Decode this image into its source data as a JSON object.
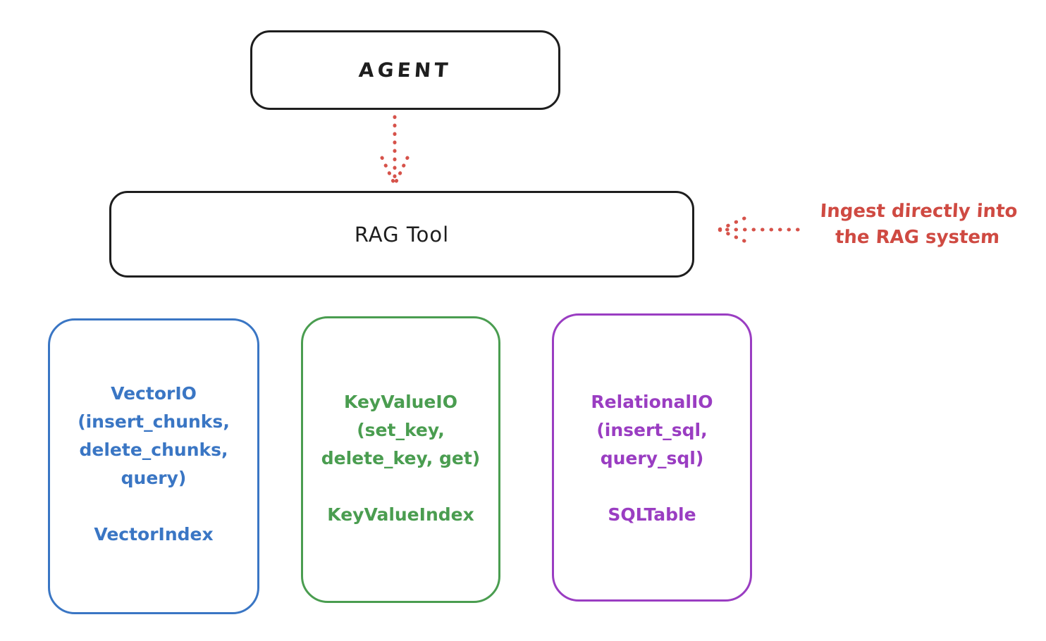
{
  "agent": {
    "label": "AGENT"
  },
  "rag_tool": {
    "label": "RAG Tool"
  },
  "annotation": {
    "lines": [
      "Ingest directly into",
      "the RAG system"
    ],
    "color": "#cf4a42"
  },
  "arrows": [
    {
      "name": "agent-to-rag-tool",
      "style": "dotted",
      "direction": "down",
      "color": "#d6524a"
    },
    {
      "name": "annotation-to-rag-tool",
      "style": "dotted",
      "direction": "left",
      "color": "#d6524a"
    }
  ],
  "backends": [
    {
      "name": "vector-io",
      "color": "#3a76c4",
      "lines": [
        "VectorIO",
        "(insert_chunks,",
        "delete_chunks,",
        "query)"
      ],
      "index_label": "VectorIndex"
    },
    {
      "name": "keyvalue-io",
      "color": "#4a9d50",
      "lines": [
        "KeyValueIO",
        "(set_key,",
        "delete_key, get)"
      ],
      "index_label": "KeyValueIndex"
    },
    {
      "name": "relational-io",
      "color": "#9a3dc2",
      "lines": [
        "RelationalIO",
        "(insert_sql,",
        "query_sql)"
      ],
      "index_label": "SQLTable"
    }
  ],
  "colors": {
    "outline": "#1e1e1e",
    "accent_red": "#d6524a",
    "background": "#ffffff"
  }
}
